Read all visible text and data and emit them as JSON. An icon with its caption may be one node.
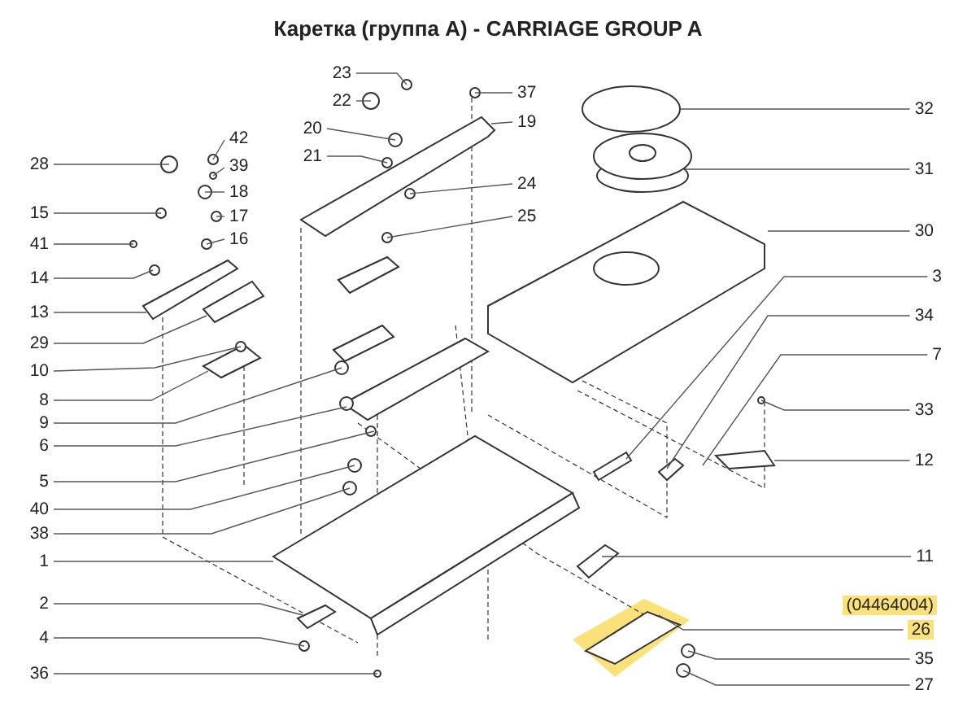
{
  "diagram": {
    "title": "Каретка (группа A) - CARRIAGE GROUP A",
    "nodes": [
      {
        "text": [
          "23"
        ]
      },
      {
        "text": [
          "37"
        ]
      },
      {
        "text": [
          "22"
        ]
      },
      {
        "text": [
          "19"
        ]
      },
      {
        "text": [
          "32"
        ]
      },
      {
        "text": [
          "20"
        ]
      },
      {
        "text": [
          "42"
        ]
      },
      {
        "text": [
          "21"
        ]
      },
      {
        "text": [
          "28"
        ]
      },
      {
        "text": [
          "39"
        ]
      },
      {
        "text": [
          "18"
        ]
      },
      {
        "text": [
          "31"
        ]
      },
      {
        "text": [
          "24"
        ]
      },
      {
        "text": [
          "15"
        ]
      },
      {
        "text": [
          "17"
        ]
      },
      {
        "text": [
          "25"
        ]
      },
      {
        "text": [
          "30"
        ]
      },
      {
        "text": [
          "41"
        ]
      },
      {
        "text": [
          "16"
        ]
      },
      {
        "text": [
          "14"
        ]
      },
      {
        "text": [
          "3"
        ]
      },
      {
        "text": [
          "13"
        ]
      },
      {
        "text": [
          "34"
        ]
      },
      {
        "text": [
          "29"
        ]
      },
      {
        "text": [
          "7"
        ]
      },
      {
        "text": [
          "10"
        ]
      },
      {
        "text": [
          "8"
        ]
      },
      {
        "text": [
          "33"
        ]
      },
      {
        "text": [
          "9"
        ]
      },
      {
        "text": [
          "6"
        ]
      },
      {
        "text": [
          "12"
        ]
      },
      {
        "text": [
          "5"
        ]
      },
      {
        "text": [
          "40"
        ]
      },
      {
        "text": [
          "38"
        ]
      },
      {
        "text": [
          "1"
        ]
      },
      {
        "text": [
          "11"
        ]
      },
      {
        "text": [
          "2"
        ]
      },
      {
        "text": [
          "26"
        ]
      },
      {
        "text": [
          "4"
        ]
      },
      {
        "text": [
          "35"
        ]
      },
      {
        "text": [
          "36"
        ]
      },
      {
        "text": [
          "27"
        ]
      }
    ],
    "edges": [
      {
        "from": 0,
        "to": null,
        "arrow": "none"
      },
      {
        "from": 1,
        "to": null,
        "arrow": "none"
      },
      {
        "from": 2,
        "to": null,
        "arrow": "none"
      },
      {
        "from": 3,
        "to": null,
        "arrow": "none"
      },
      {
        "from": 4,
        "to": null,
        "arrow": "none"
      },
      {
        "from": 5,
        "to": null,
        "arrow": "none"
      },
      {
        "from": 6,
        "to": null,
        "arrow": "none"
      },
      {
        "from": 7,
        "to": null,
        "arrow": "none"
      },
      {
        "from": 8,
        "to": null,
        "arrow": "none"
      },
      {
        "from": 9,
        "to": null,
        "arrow": "none"
      },
      {
        "from": 10,
        "to": null,
        "arrow": "none"
      },
      {
        "from": 11,
        "to": null,
        "arrow": "none"
      },
      {
        "from": 12,
        "to": null,
        "arrow": "none"
      },
      {
        "from": 13,
        "to": null,
        "arrow": "none"
      },
      {
        "from": 14,
        "to": null,
        "arrow": "none"
      },
      {
        "from": 15,
        "to": null,
        "arrow": "none"
      },
      {
        "from": 16,
        "to": null,
        "arrow": "none"
      },
      {
        "from": 17,
        "to": null,
        "arrow": "none"
      },
      {
        "from": 18,
        "to": null,
        "arrow": "none"
      },
      {
        "from": 19,
        "to": null,
        "arrow": "none"
      },
      {
        "from": 20,
        "to": null,
        "arrow": "none"
      },
      {
        "from": 21,
        "to": null,
        "arrow": "none"
      },
      {
        "from": 22,
        "to": null,
        "arrow": "none"
      },
      {
        "from": 23,
        "to": null,
        "arrow": "none"
      },
      {
        "from": 24,
        "to": null,
        "arrow": "none"
      },
      {
        "from": 25,
        "to": null,
        "arrow": "none"
      },
      {
        "from": 26,
        "to": null,
        "arrow": "none"
      },
      {
        "from": 27,
        "to": null,
        "arrow": "none"
      },
      {
        "from": 28,
        "to": null,
        "arrow": "none"
      },
      {
        "from": 29,
        "to": null,
        "arrow": "none"
      },
      {
        "from": 30,
        "to": null,
        "arrow": "none"
      },
      {
        "from": 31,
        "to": null,
        "arrow": "none"
      },
      {
        "from": 32,
        "to": null,
        "arrow": "none"
      },
      {
        "from": 33,
        "to": null,
        "arrow": "none"
      },
      {
        "from": 34,
        "to": null,
        "arrow": "none"
      },
      {
        "from": 35,
        "to": null,
        "arrow": "none"
      },
      {
        "from": 36,
        "to": null,
        "arrow": "none"
      },
      {
        "from": 37,
        "to": null,
        "arrow": "none"
      },
      {
        "from": 38,
        "to": null,
        "arrow": "none"
      },
      {
        "from": 39,
        "to": null,
        "arrow": "none"
      },
      {
        "from": 40,
        "to": null,
        "arrow": "none"
      },
      {
        "from": 41,
        "to": null,
        "arrow": "none"
      }
    ],
    "labels": [
      "(04464004)"
    ]
  }
}
